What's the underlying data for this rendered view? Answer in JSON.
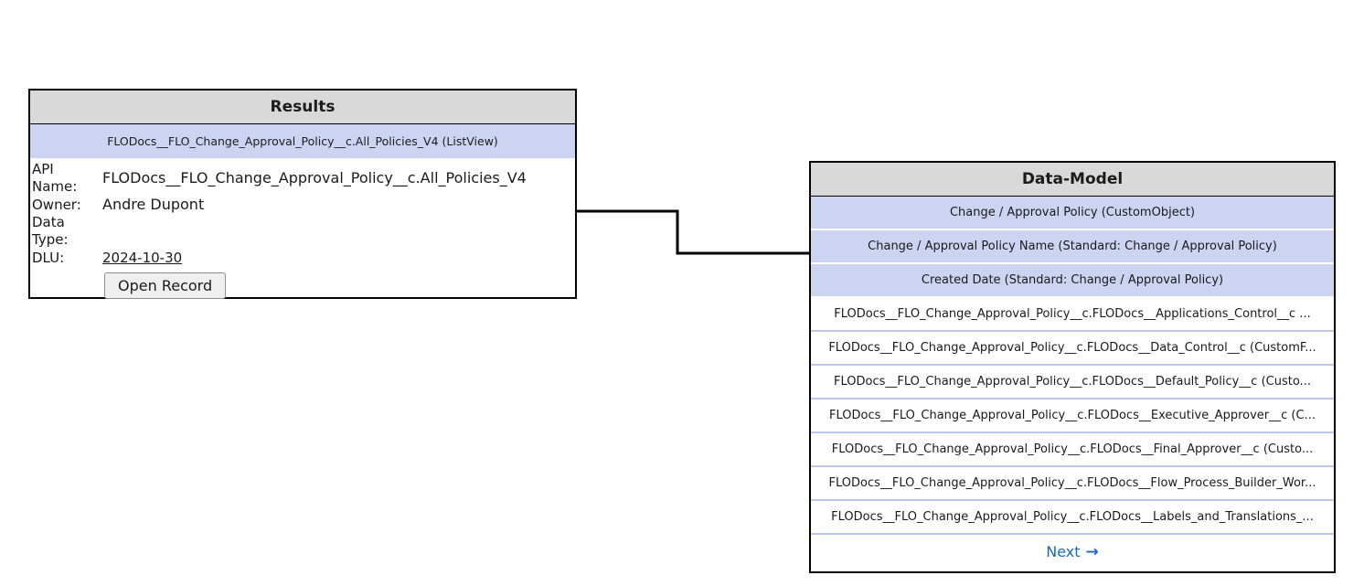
{
  "results": {
    "title": "Results",
    "subtitle": "FLODocs__FLO_Change_Approval_Policy__c.All_Policies_V4 (ListView)",
    "fields": [
      {
        "label": "API Name:",
        "value": "FLODocs__FLO_Change_Approval_Policy__c.All_Policies_V4"
      },
      {
        "label": "Owner:",
        "value": "Andre Dupont"
      },
      {
        "label": "Data Type:",
        "value": ""
      },
      {
        "label": "DLU:",
        "value": "2024-10-30"
      }
    ],
    "open_record_label": "Open Record"
  },
  "data_model": {
    "title": "Data-Model",
    "highlighted_rows": [
      "Change / Approval Policy (CustomObject)",
      "Change / Approval Policy Name (Standard: Change / Approval Policy)",
      "Created Date (Standard: Change / Approval Policy)"
    ],
    "rows": [
      "FLODocs__FLO_Change_Approval_Policy__c.FLODocs__Applications_Control__c ...",
      "FLODocs__FLO_Change_Approval_Policy__c.FLODocs__Data_Control__c (CustomF...",
      "FLODocs__FLO_Change_Approval_Policy__c.FLODocs__Default_Policy__c (Custo...",
      "FLODocs__FLO_Change_Approval_Policy__c.FLODocs__Executive_Approver__c (C...",
      "FLODocs__FLO_Change_Approval_Policy__c.FLODocs__Final_Approver__c (Custo...",
      "FLODocs__FLO_Change_Approval_Policy__c.FLODocs__Flow_Process_Builder_Wor...",
      "FLODocs__FLO_Change_Approval_Policy__c.FLODocs__Labels_and_Translations_..."
    ],
    "next_label": "Next",
    "next_arrow": "→"
  },
  "colors": {
    "header_bg": "#d9d9d9",
    "row_highlight_bg": "#ccd4f2",
    "row_separator": "#bcc7ee",
    "panel_border": "#000000",
    "next_link": "#1668c0"
  }
}
